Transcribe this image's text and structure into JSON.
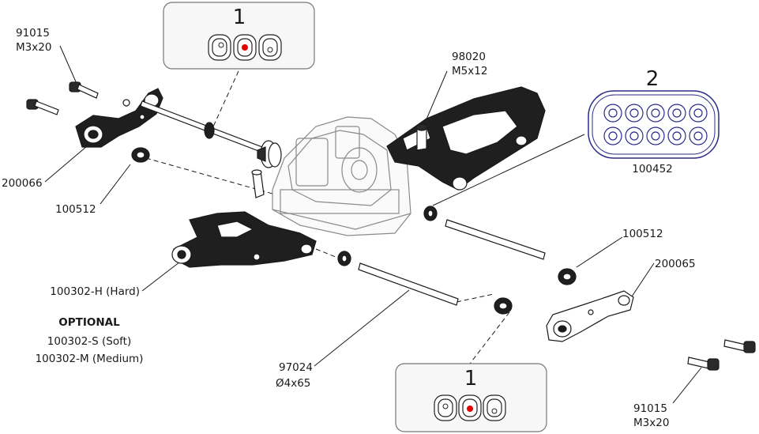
{
  "callouts": {
    "box1_top": "1",
    "box1_bottom": "1",
    "box2": "2"
  },
  "parts": {
    "screw_top_left_code": "91015",
    "screw_top_left_size": "M3x20",
    "mount_front": "200066",
    "bushing_left": "100512",
    "screw_center_code": "98020",
    "screw_center_size": "M5x12",
    "shim_kit": "100452",
    "bushing_right": "100512",
    "mount_rear": "200065",
    "arm_hard": "100302-H (Hard)",
    "optional_title": "OPTIONAL",
    "arm_soft": "100302-S (Soft)",
    "arm_medium": "100302-M (Medium)",
    "pin_code": "97024",
    "pin_size": "Ø4x65",
    "screw_bottom_right_code": "91015",
    "screw_bottom_right_size": "M3x20"
  },
  "colors": {
    "line": "#1a1a1a",
    "body_fill": "#1f1f1f",
    "gearbox_gray": "#9a9a9a",
    "callout_box": "#777777",
    "callout_fill": "#f7f7f7",
    "marker_red": "#e10000",
    "shim_blue": "#2b2b8a"
  }
}
